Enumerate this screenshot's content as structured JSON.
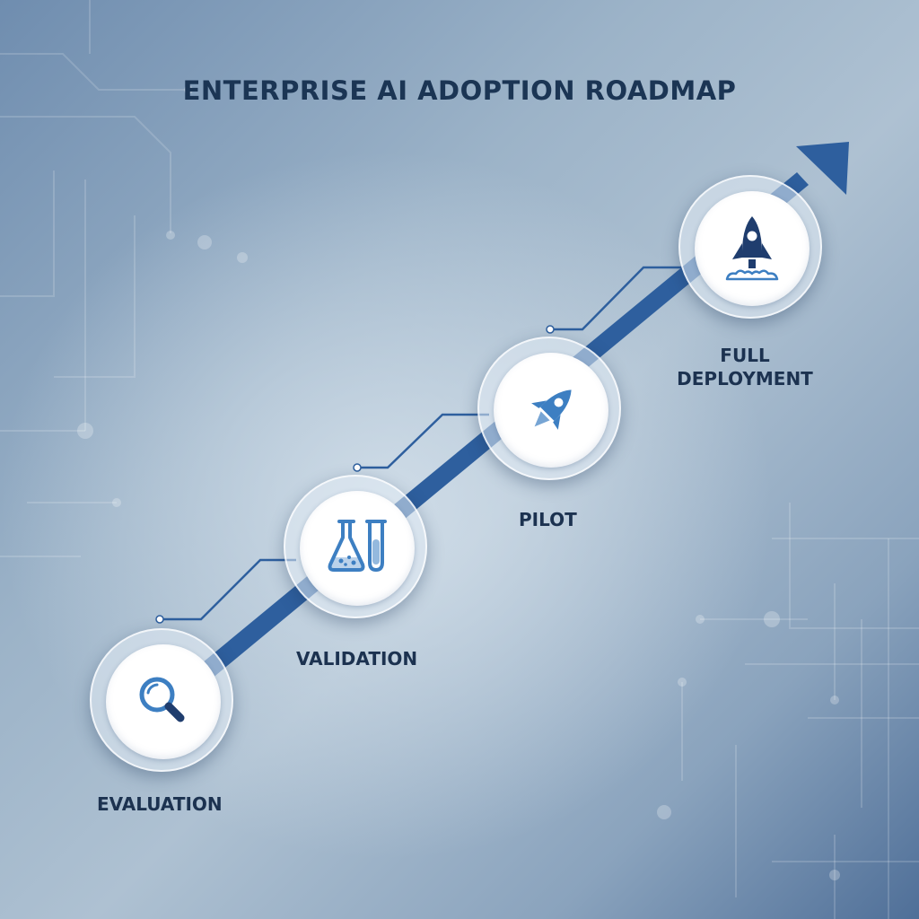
{
  "title": "ENTERPRISE AI ADOPTION ROADMAP",
  "stages": [
    {
      "label": "EVALUATION",
      "icon": "magnifying-glass-icon"
    },
    {
      "label": "VALIDATION",
      "icon": "lab-flask-icon"
    },
    {
      "label": "PILOT",
      "icon": "small-rocket-icon"
    },
    {
      "label_line1": "FULL",
      "label_line2": "DEPLOYMENT",
      "icon": "rocket-launch-icon"
    }
  ],
  "colors": {
    "title": "#1b3554",
    "label": "#1c3250",
    "arrow": "#2e5f9e",
    "icon_light": "#3d7fc2",
    "icon_dark": "#1f3d6e",
    "connector": "#2e5f9e"
  }
}
